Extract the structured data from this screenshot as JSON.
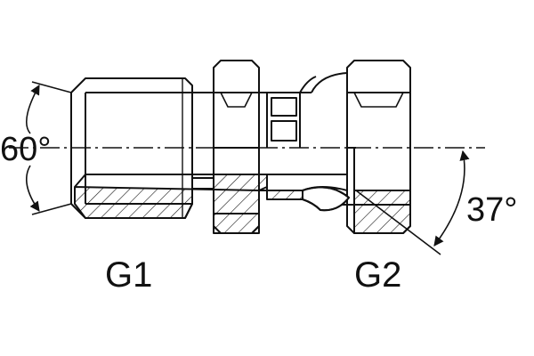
{
  "drawing": {
    "angle_left": "60°",
    "angle_right": "37°",
    "thread_left": "G1",
    "thread_right": "G2"
  },
  "colors": {
    "line": "#111111",
    "background": "#ffffff"
  }
}
